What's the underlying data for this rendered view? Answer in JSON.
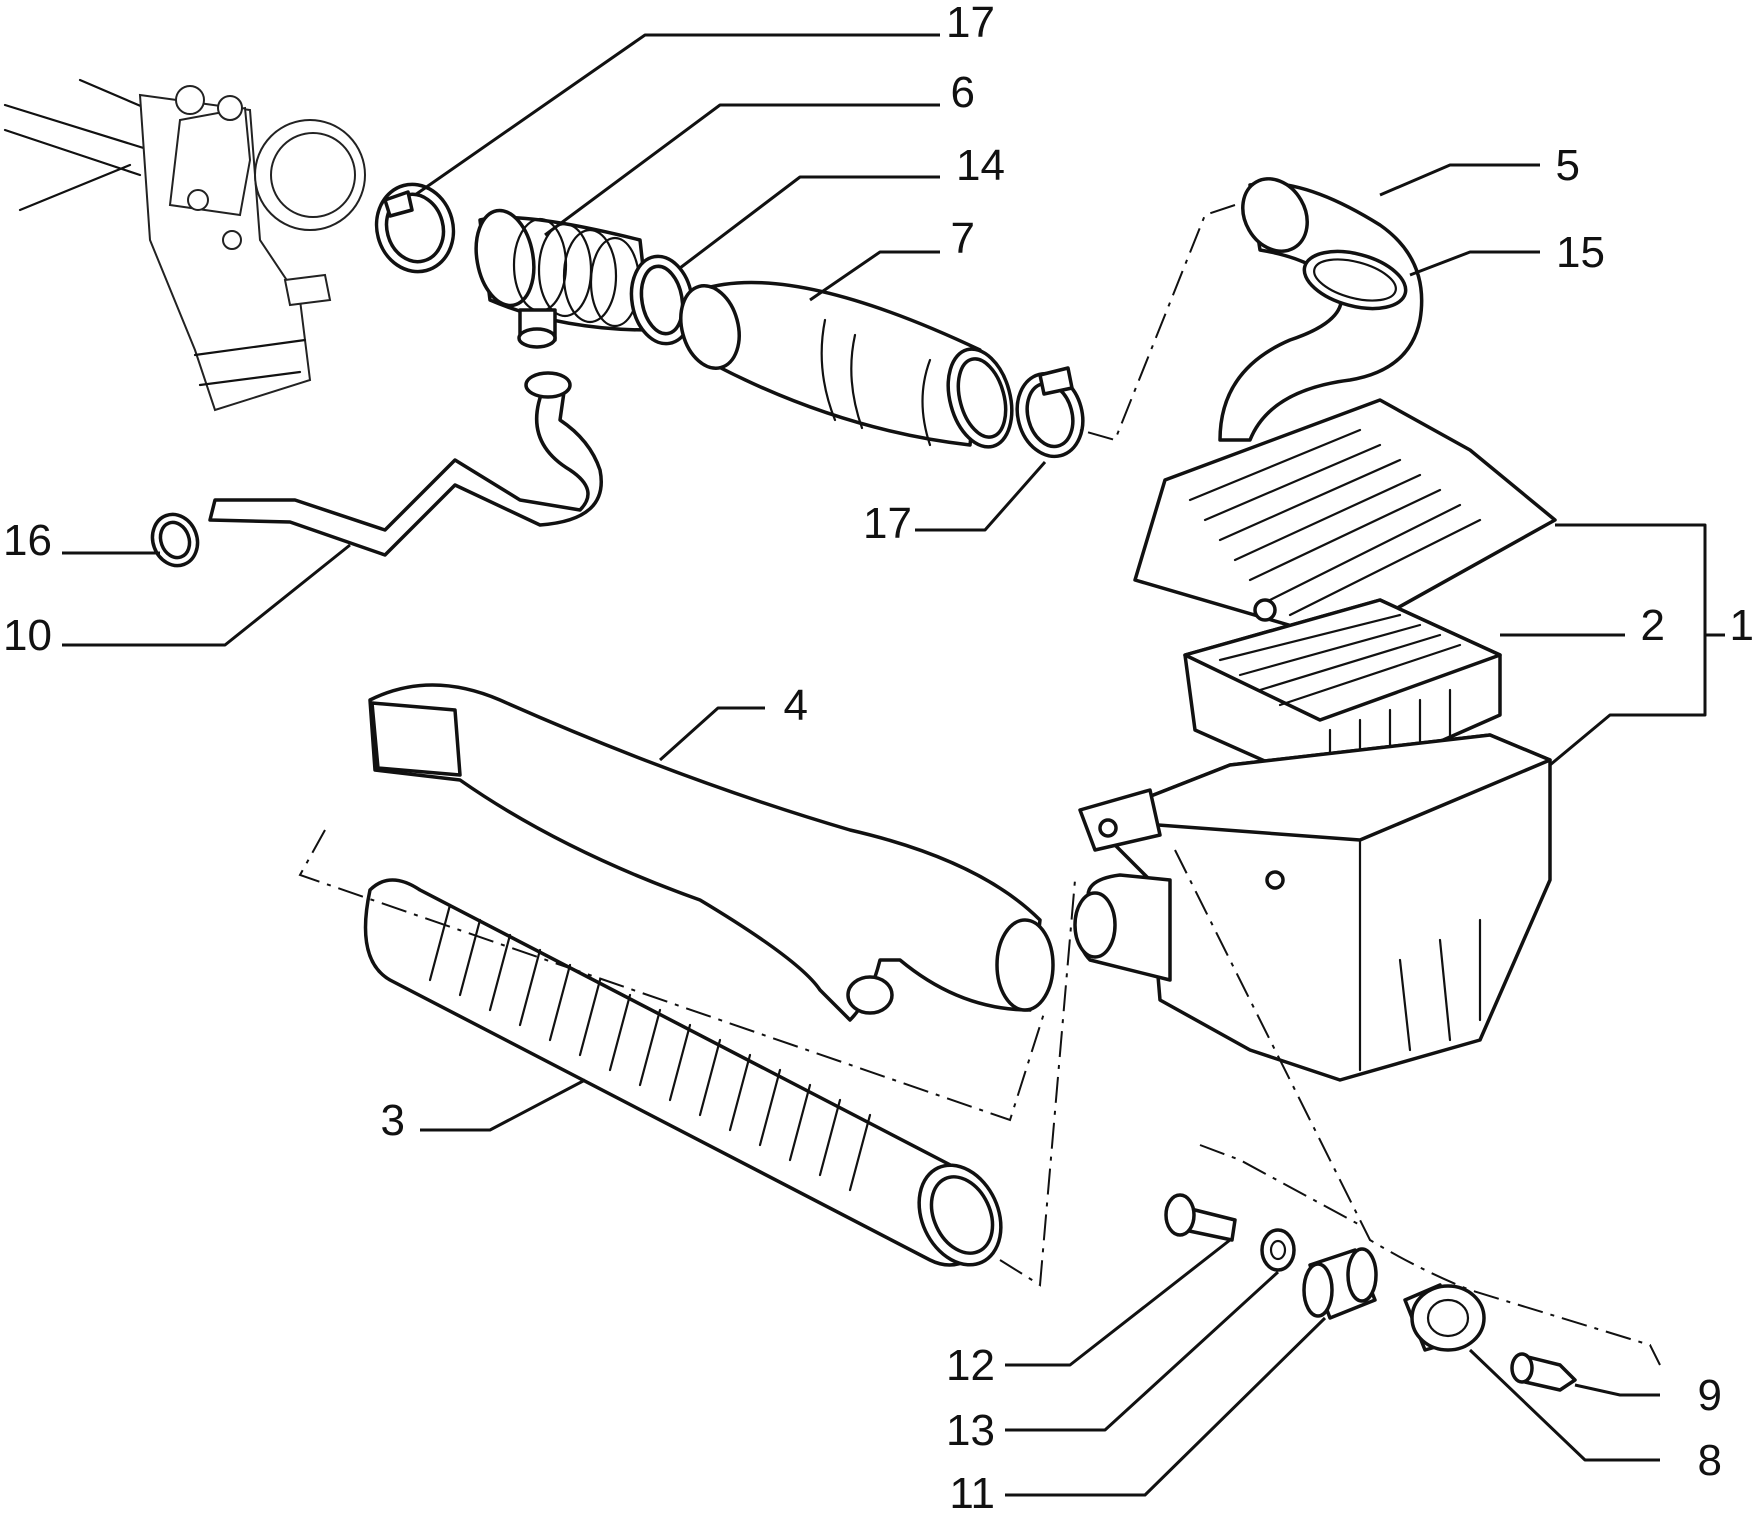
{
  "callouts": {
    "c17a": "17",
    "c6": "6",
    "c14": "14",
    "c7": "7",
    "c5": "5",
    "c15": "15",
    "c17b": "17",
    "c16": "16",
    "c10": "10",
    "c4": "4",
    "c2": "2",
    "c1": "1",
    "c3": "3",
    "c12": "12",
    "c13": "13",
    "c11": "11",
    "c9": "9",
    "c8": "8"
  }
}
